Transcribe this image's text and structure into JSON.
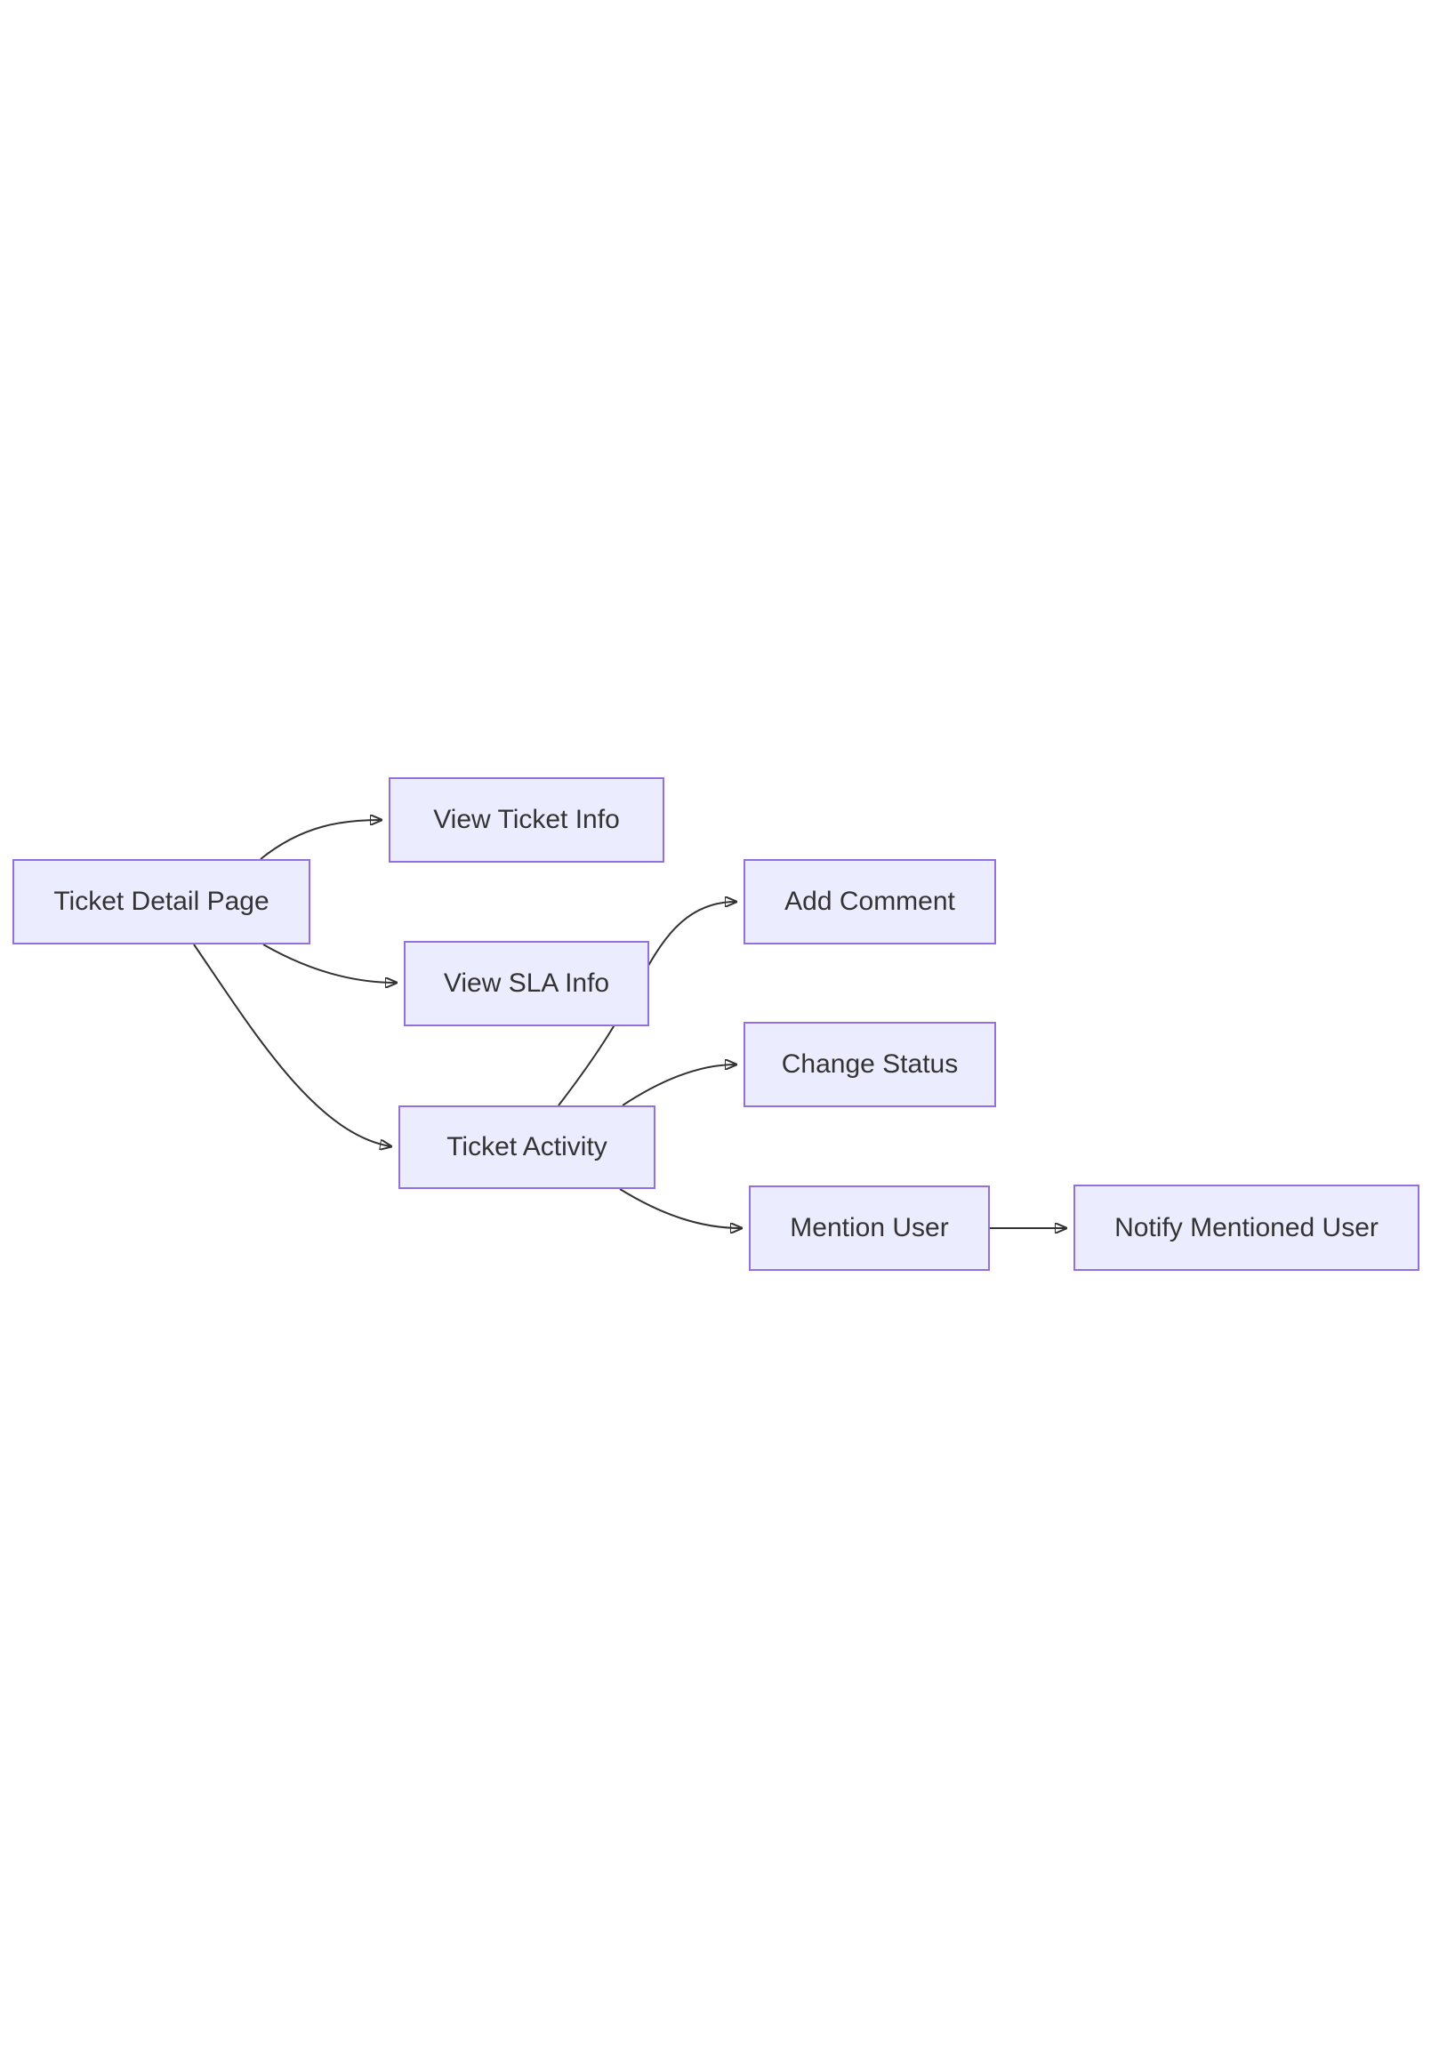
{
  "diagram": {
    "type": "flowchart",
    "direction": "left-to-right",
    "background_color": "#ffffff",
    "node_fill_color": "#ECECFF",
    "node_border_color": "#9370DB",
    "edge_color": "#333333",
    "text_color": "#333333",
    "nodes": [
      {
        "id": "ticket-detail-page",
        "label": "Ticket Detail Page"
      },
      {
        "id": "view-ticket-info",
        "label": "View Ticket Info"
      },
      {
        "id": "view-sla-info",
        "label": "View SLA Info"
      },
      {
        "id": "ticket-activity",
        "label": "Ticket Activity"
      },
      {
        "id": "add-comment",
        "label": "Add Comment"
      },
      {
        "id": "change-status",
        "label": "Change Status"
      },
      {
        "id": "mention-user",
        "label": "Mention User"
      },
      {
        "id": "notify-mentioned-user",
        "label": "Notify Mentioned User"
      }
    ],
    "edges": [
      {
        "from": "Ticket Detail Page",
        "to": "View Ticket Info"
      },
      {
        "from": "Ticket Detail Page",
        "to": "View SLA Info"
      },
      {
        "from": "Ticket Detail Page",
        "to": "Ticket Activity"
      },
      {
        "from": "Ticket Activity",
        "to": "Add Comment"
      },
      {
        "from": "Ticket Activity",
        "to": "Change Status"
      },
      {
        "from": "Ticket Activity",
        "to": "Mention User"
      },
      {
        "from": "Mention User",
        "to": "Notify Mentioned User"
      }
    ]
  }
}
